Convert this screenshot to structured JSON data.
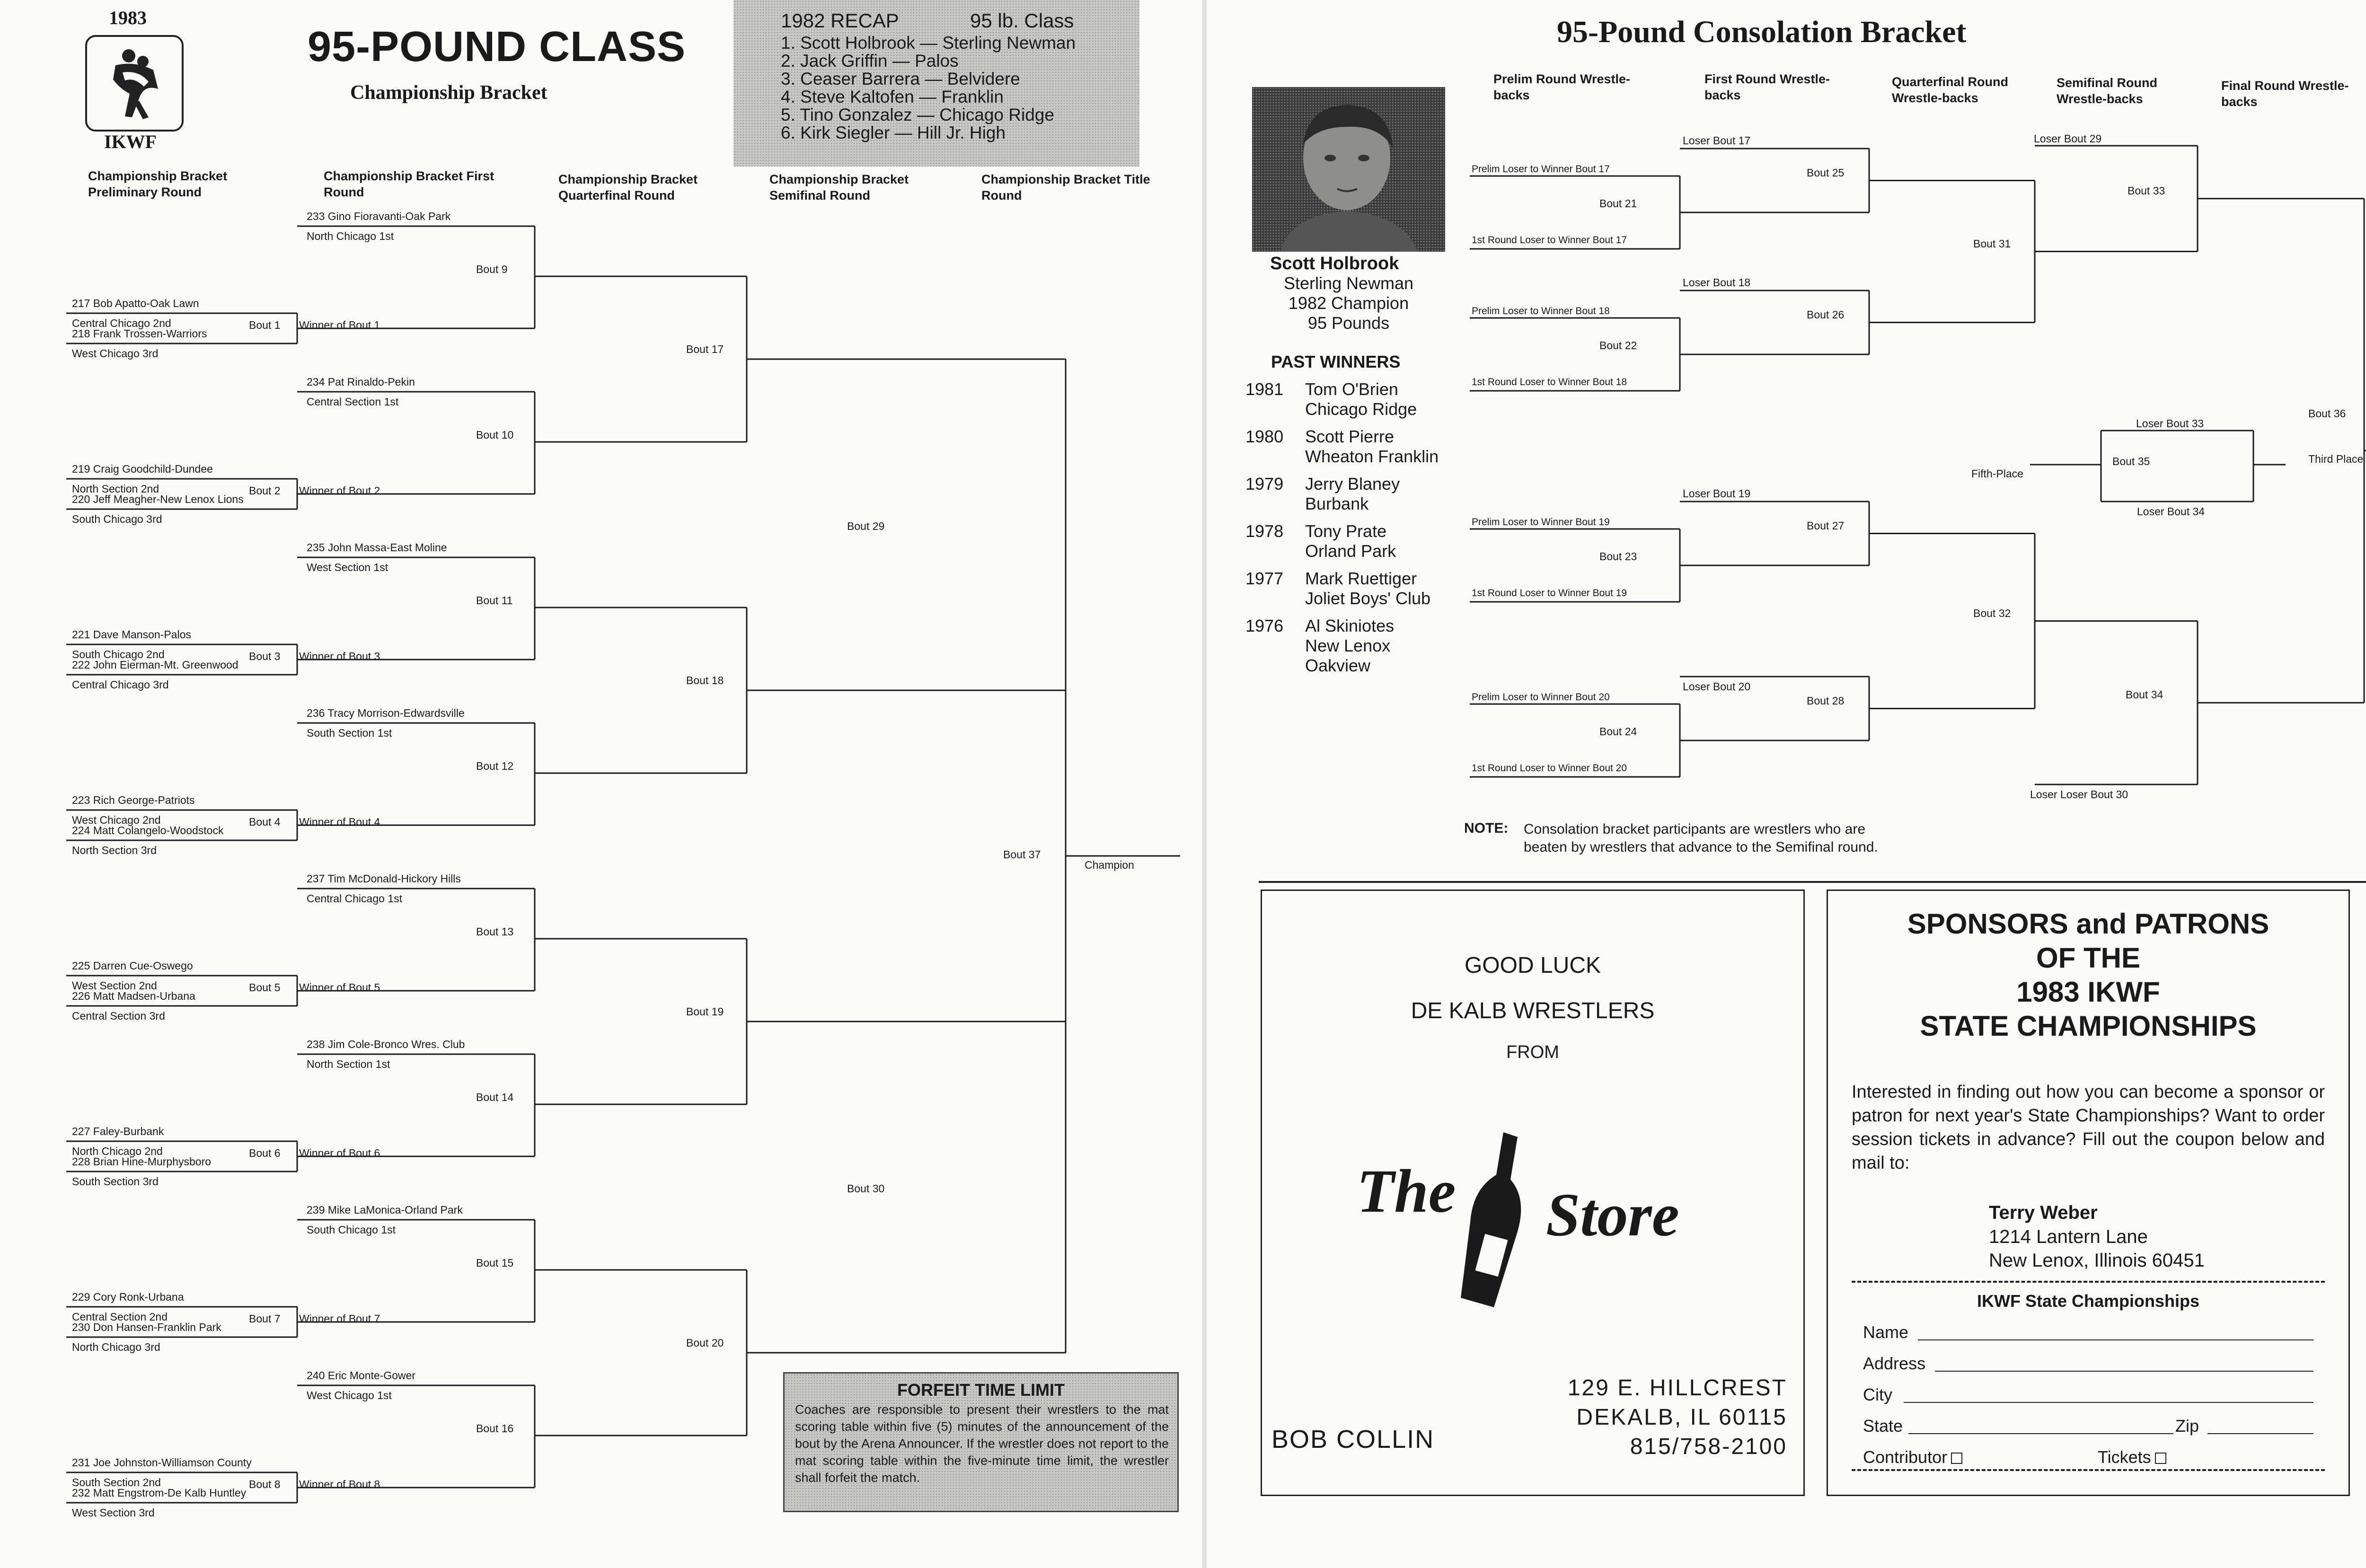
{
  "left": {
    "year": "1983",
    "org": "IKWF",
    "title": "95-POUND CLASS",
    "subtitle": "Championship Bracket",
    "recap": {
      "title": "1982 RECAP",
      "class": "95 lb. Class",
      "places": [
        "1.  Scott Holbrook — Sterling Newman",
        "2.  Jack Griffin — Palos",
        "3.  Ceaser Barrera — Belvidere",
        "4.  Steve Kaltofen — Franklin",
        "5.  Tino Gonzalez — Chicago Ridge",
        "6.  Kirk Siegler — Hill Jr. High"
      ]
    },
    "round_headers": [
      "Championship Bracket Preliminary Round",
      "Championship Bracket First Round",
      "Championship Bracket Quarterfinal Round",
      "Championship Bracket Semifinal Round",
      "Championship Bracket Title Round"
    ],
    "groups": [
      {
        "seed": "233 Gino Fioravanti-Oak Park",
        "seed_sub": "North Chicago 1st",
        "first_bout": "Bout  9",
        "prelim_bout": "Bout 1",
        "w1": "217 Bob Apatto-Oak Lawn",
        "w1_sub": "Central Chicago 2nd",
        "w2": "218 Frank Trossen-Warriors",
        "w2_sub": "West Chicago 3rd",
        "winner": "Winner of Bout 1"
      },
      {
        "seed": "234 Pat Rinaldo-Pekin",
        "seed_sub": "Central Section 1st",
        "first_bout": "Bout 10",
        "prelim_bout": "Bout 2",
        "w1": "219 Craig Goodchild-Dundee",
        "w1_sub": "North Section 2nd",
        "w2": "220 Jeff Meagher-New Lenox Lions",
        "w2_sub": "South Chicago 3rd",
        "winner": "Winner of Bout 2"
      },
      {
        "seed": "235 John Massa-East Moline",
        "seed_sub": "West Section 1st",
        "first_bout": "Bout 11",
        "prelim_bout": "Bout 3",
        "w1": "221 Dave Manson-Palos",
        "w1_sub": "South Chicago 2nd",
        "w2": "222 John Eierman-Mt. Greenwood",
        "w2_sub": "Central Chicago 3rd",
        "winner": "Winner of Bout 3"
      },
      {
        "seed": "236 Tracy Morrison-Edwardsville",
        "seed_sub": "South Section 1st",
        "first_bout": "Bout 12",
        "prelim_bout": "Bout 4",
        "w1": "223 Rich George-Patriots",
        "w1_sub": "West Chicago 2nd",
        "w2": "224 Matt Colangelo-Woodstock",
        "w2_sub": "North Section 3rd",
        "winner": "Winner of Bout 4"
      },
      {
        "seed": "237 Tim McDonald-Hickory Hills",
        "seed_sub": "Central Chicago 1st",
        "first_bout": "Bout 13",
        "prelim_bout": "Bout 5",
        "w1": "225 Darren Cue-Oswego",
        "w1_sub": "West Section 2nd",
        "w2": "226 Matt Madsen-Urbana",
        "w2_sub": "Central Section 3rd",
        "winner": "Winner of Bout 5"
      },
      {
        "seed": "238 Jim Cole-Bronco Wres. Club",
        "seed_sub": "North Section 1st",
        "first_bout": "Bout 14",
        "prelim_bout": "Bout 6",
        "w1": "227 Faley-Burbank",
        "w1_sub": "North Chicago 2nd",
        "w2": "228 Brian Hine-Murphysboro",
        "w2_sub": "South Section 3rd",
        "winner": "Winner of Bout 6"
      },
      {
        "seed": "239 Mike LaMonica-Orland Park",
        "seed_sub": "South Chicago 1st",
        "first_bout": "Bout 15",
        "prelim_bout": "Bout 7",
        "w1": "229 Cory Ronk-Urbana",
        "w1_sub": "Central Section 2nd",
        "w2": "230 Don Hansen-Franklin Park",
        "w2_sub": "North Chicago 3rd",
        "winner": "Winner of Bout 7"
      },
      {
        "seed": "240 Eric Monte-Gower",
        "seed_sub": "West Chicago 1st",
        "first_bout": "Bout 16",
        "prelim_bout": "Bout 8",
        "w1": "231 Joe Johnston-Williamson County",
        "w1_sub": "South Section 2nd",
        "w2": "232 Matt Engstrom-De Kalb Huntley",
        "w2_sub": "West Section 3rd",
        "winner": "Winner of Bout 8"
      }
    ],
    "quarter_bouts": [
      "Bout 17",
      "Bout 18",
      "Bout 19",
      "Bout 20"
    ],
    "semi_bouts": [
      "Bout 29",
      "Bout 30"
    ],
    "title_bout": "Bout 37",
    "champion": "Champion",
    "forfeit": {
      "title": "FORFEIT TIME LIMIT",
      "text": "Coaches are responsible to present their wrestlers to the mat scoring table within five (5) minutes of the announcement of the bout by the Arena Announcer. If the wrestler does not report to the mat scoring table within the five-minute time limit, the wrestler shall forfeit the match."
    }
  },
  "right": {
    "title": "95-Pound Consolation Bracket",
    "round_headers": [
      "Prelim Round Wrestle-backs",
      "First Round Wrestle-backs",
      "Quarterfinal Round Wrestle-backs",
      "Semifinal Round Wrestle-backs",
      "Final Round Wrestle-backs"
    ],
    "champion_name": "Scott Holbrook",
    "champion_lines": [
      "Sterling Newman",
      "1982 Champion",
      "95 Pounds"
    ],
    "past_title": "PAST WINNERS",
    "past": [
      {
        "year": "1981",
        "lines": [
          "Tom O'Brien",
          "Chicago Ridge"
        ]
      },
      {
        "year": "1980",
        "lines": [
          "Scott Pierre",
          "Wheaton Franklin"
        ]
      },
      {
        "year": "1979",
        "lines": [
          "Jerry Blaney",
          "Burbank"
        ]
      },
      {
        "year": "1978",
        "lines": [
          "Tony Prate",
          "Orland Park"
        ]
      },
      {
        "year": "1977",
        "lines": [
          "Mark Ruettiger",
          "Joliet Boys' Club"
        ]
      },
      {
        "year": "1976",
        "lines": [
          "Al Skiniotes",
          "New Lenox",
          "Oakview"
        ]
      }
    ],
    "labels": {
      "l17": "Loser Bout 17",
      "l18": "Loser Bout 18",
      "l19": "Loser Bout 19",
      "l20": "Loser Bout 20",
      "p17": "Prelim Loser to Winner Bout 17",
      "r17": "1st Round Loser to Winner Bout 17",
      "p18": "Prelim Loser to Winner Bout 18",
      "r18": "1st Round Loser to Winner Bout 18",
      "p19": "Prelim Loser to Winner Bout 19",
      "r19": "1st Round Loser to Winner Bout 19",
      "p20": "Prelim Loser to Winner Bout 20",
      "r20": "1st Round Loser to Winner Bout 20",
      "b21": "Bout 21",
      "b22": "Bout 22",
      "b23": "Bout 23",
      "b24": "Bout 24",
      "b25": "Bout 25",
      "b26": "Bout 26",
      "b27": "Bout 27",
      "b28": "Bout 28",
      "b31": "Bout 31",
      "b32": "Bout 32",
      "b33": "Bout 33",
      "b34": "Bout 34",
      "l29": "Loser Bout 29",
      "l30": "Loser Loser Bout 30",
      "l33": "Loser Bout 33",
      "l34": "Loser Bout 34",
      "b35": "Bout 35",
      "b36": "Bout 36",
      "fifth": "Fifth-Place",
      "third": "Third Place"
    },
    "note_label": "NOTE:",
    "note_text_1": "Consolation bracket participants are wrestlers who are",
    "note_text_2": "beaten by wrestlers that advance to the Semifinal round.",
    "ad": {
      "line1": "GOOD LUCK",
      "line2": "DE KALB WRESTLERS",
      "line3": "FROM",
      "logo_left": "The",
      "logo_right": "Store",
      "owner": "BOB COLLIN",
      "addr1": "129 E. HILLCREST",
      "addr2": "DEKALB, IL 60115",
      "phone": "815/758-2100"
    },
    "sponsors": {
      "title_lines": [
        "SPONSORS and PATRONS",
        "OF THE",
        "1983 IKWF",
        "STATE  CHAMPIONSHIPS"
      ],
      "body": "Interested in finding out how you can become a sponsor or patron for next year's State Championships? Want to order session tickets in advance? Fill out the coupon below and mail to:",
      "contact": [
        "Terry Weber",
        "1214 Lantern Lane",
        "New Lenox, Illinois 60451"
      ],
      "coupon_title": "IKWF State Championships",
      "fields": [
        "Name",
        "Address",
        "City",
        "State",
        "Zip"
      ],
      "contributor": "Contributor",
      "tickets": "Tickets"
    }
  }
}
